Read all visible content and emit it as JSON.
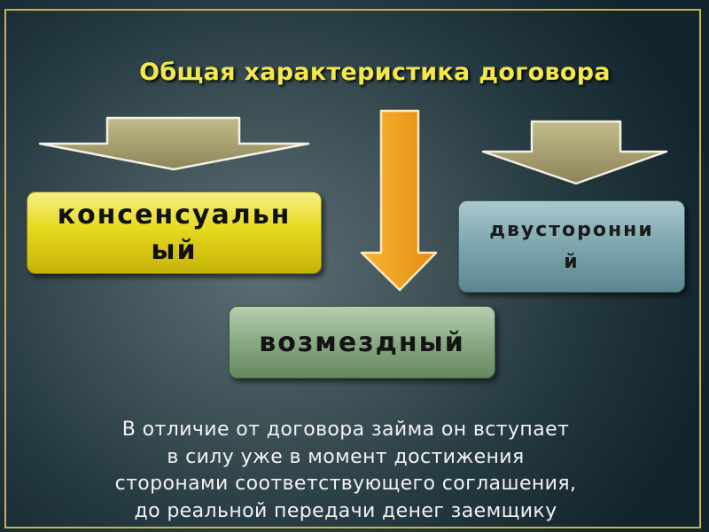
{
  "slide": {
    "title": "Общая характеристика договора",
    "boxes": {
      "consensual_line1": "консенсуальн",
      "consensual_line2": "ый",
      "bilateral_line1": "двусторонни",
      "bilateral_line2": "й",
      "compensated": "возмездный"
    },
    "description": [
      "В отличие от договора займа он вступает",
      "в силу уже в момент достижения",
      "сторонами соответствующего соглашения,",
      "до реальной передачи денег заемщику"
    ]
  },
  "colors": {
    "title": "#f2e84a",
    "frame": "#c9b24a",
    "consensual_box": "#e7d91c",
    "bilateral_box": "#7da5ad",
    "compensated_box": "#89a984",
    "side_arrows": "#a39b6c",
    "center_arrow": "#f5a623",
    "text": "#f2f2f2"
  },
  "icons": [
    "arrow-down-icon",
    "arrow-down-icon",
    "arrow-down-icon"
  ]
}
